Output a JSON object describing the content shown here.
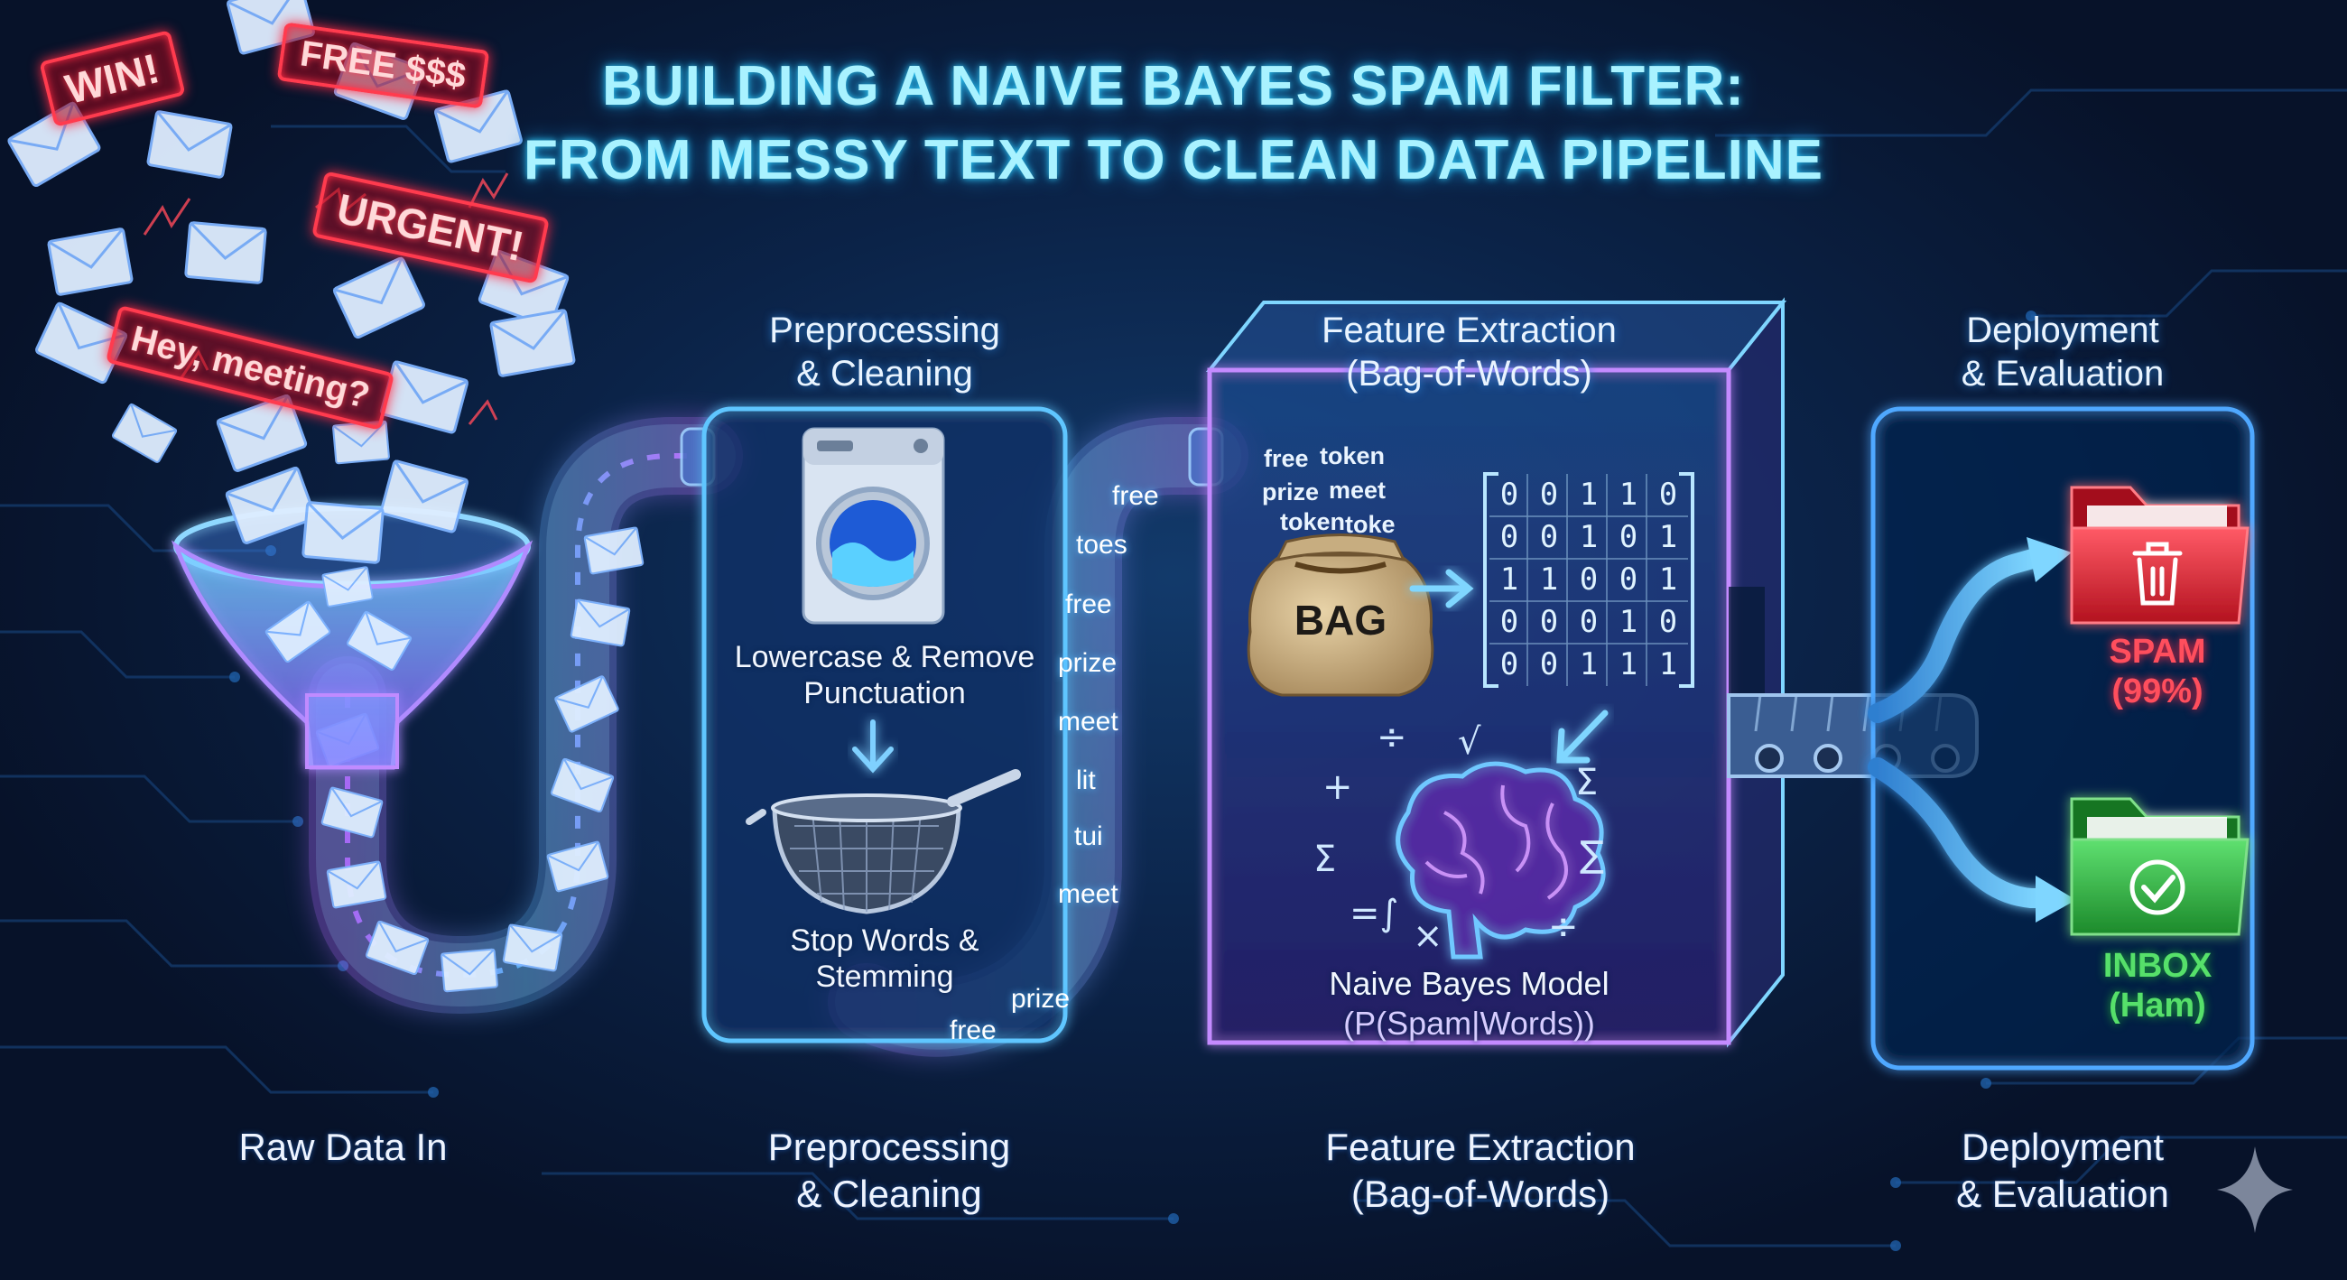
{
  "title": {
    "line1": "BUILDING A NAIVE BAYES SPAM FILTER:",
    "line2": "FROM MESSY TEXT TO CLEAN DATA PIPELINE"
  },
  "spam_tags": [
    "WIN!",
    "FREE $$$",
    "URGENT!",
    "Hey, meeting?"
  ],
  "stages": {
    "preprocessing": {
      "heading": [
        "Preprocessing",
        "& Cleaning"
      ],
      "step1": [
        "Lowercase & Remove",
        "Punctuation"
      ],
      "step2": [
        "Stop Words &",
        "Stemming"
      ]
    },
    "features": {
      "heading": [
        "Feature Extraction",
        "(Bag-of-Words)"
      ],
      "bag_label": "BAG",
      "bag_words": [
        "free",
        "token",
        "prize",
        "meet",
        "token",
        "toke"
      ],
      "matrix": [
        [
          "0",
          "0",
          "1",
          "1",
          "0"
        ],
        [
          "0",
          "0",
          "1",
          "0",
          "1"
        ],
        [
          "1",
          "1",
          "0",
          "0",
          "1"
        ],
        [
          "0",
          "0",
          "0",
          "1",
          "0"
        ],
        [
          "0",
          "0",
          "1",
          "1",
          "1"
        ]
      ],
      "model": [
        "Naive Bayes Model",
        "(P(Spam|Words))"
      ]
    },
    "deployment": {
      "heading": [
        "Deployment",
        "& Evaluation"
      ],
      "spam": [
        "SPAM",
        "(99%)"
      ],
      "inbox": [
        "INBOX",
        "(Ham)"
      ]
    }
  },
  "pipe_tokens": [
    "free",
    "toes",
    "free",
    "prize",
    "meet",
    "lit",
    "tui",
    "meet",
    "prize",
    "free"
  ],
  "footer": {
    "raw": "Raw Data In",
    "preprocessing": [
      "Preprocessing",
      "& Cleaning"
    ],
    "features": [
      "Feature Extraction",
      "(Bag-of-Words)"
    ],
    "deployment": [
      "Deployment",
      "& Evaluation"
    ]
  },
  "colors": {
    "background": "#071229",
    "title": "#a9f2ff",
    "spam_red": "#e8323f",
    "inbox_green": "#34c34a",
    "neon_blue": "#3fb6ff",
    "neon_purple": "#b36bff"
  },
  "icons": [
    "envelope-icon",
    "funnel-icon",
    "washing-machine-icon",
    "strainer-icon",
    "bag-icon",
    "brain-icon",
    "conveyor-icon",
    "trash-icon",
    "check-icon",
    "sparkle-icon"
  ]
}
